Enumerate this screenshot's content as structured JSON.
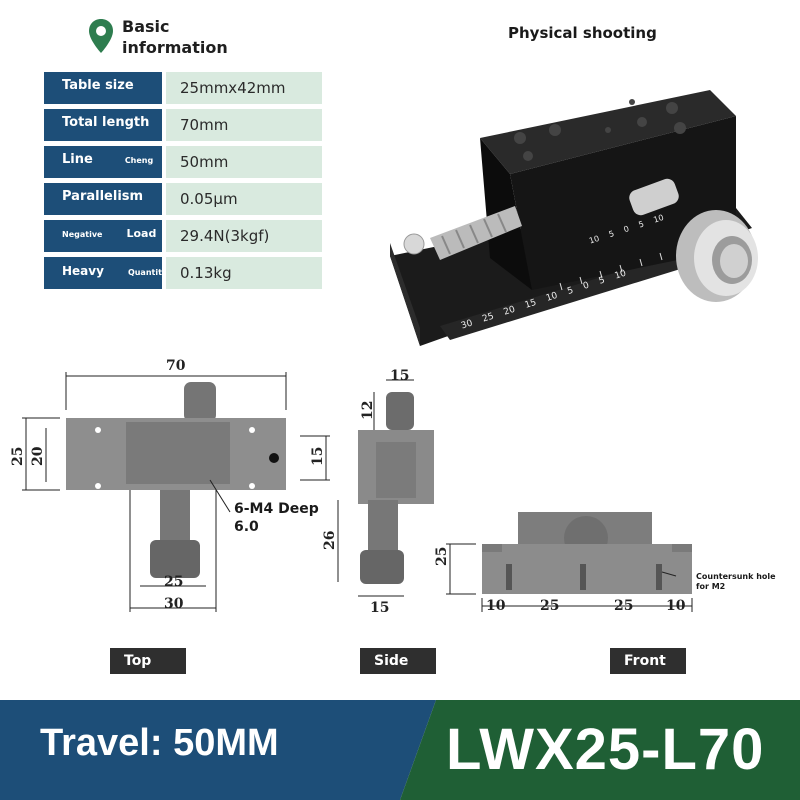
{
  "basic": {
    "title_line1": "Basic",
    "title_line2": "information"
  },
  "specs": [
    {
      "label": "Table size",
      "label_small": "",
      "value": "25mmx42mm"
    },
    {
      "label": "Total length",
      "label_small": "",
      "value": "70mm"
    },
    {
      "label": "Line",
      "label_small": "Cheng",
      "value": "50mm"
    },
    {
      "label": "Parallelism",
      "label_small": "",
      "value": "0.05μm"
    },
    {
      "label_small_first": "Negative",
      "label": "Load",
      "value": "29.4N(3kgf)"
    },
    {
      "label": "Heavy",
      "label_small": "Quantity",
      "value": "0.13kg"
    }
  ],
  "photo": {
    "title": "Physical shooting",
    "scale_upper": [
      "10",
      "5",
      "0",
      "5",
      "10"
    ],
    "scale_lower": [
      "30",
      "25",
      "20",
      "15",
      "10",
      "5",
      "0",
      "5",
      "10"
    ]
  },
  "top_view": {
    "label": "Top",
    "dims": {
      "length": "70",
      "h_outer": "25",
      "h_inner": "20",
      "w_inner": "25",
      "w_outer": "30"
    },
    "callout_line1": "6-M4 Deep",
    "callout_line2": "6.0"
  },
  "side_view": {
    "label": "Side",
    "dims": {
      "top": "15",
      "knob": "12",
      "right": "15",
      "depth": "26",
      "bottom": "15"
    }
  },
  "front_view": {
    "label": "Front",
    "dims": {
      "height": "25",
      "d1": "10",
      "d2": "25",
      "d3": "25",
      "d4": "10"
    },
    "callout_line1": "Countersunk hole",
    "callout_line2": "for M2"
  },
  "banner": {
    "travel": "Travel: 50MM",
    "model": "LWX25-L70",
    "left_color": "#1d4e78",
    "right_color": "#1f5f35"
  }
}
